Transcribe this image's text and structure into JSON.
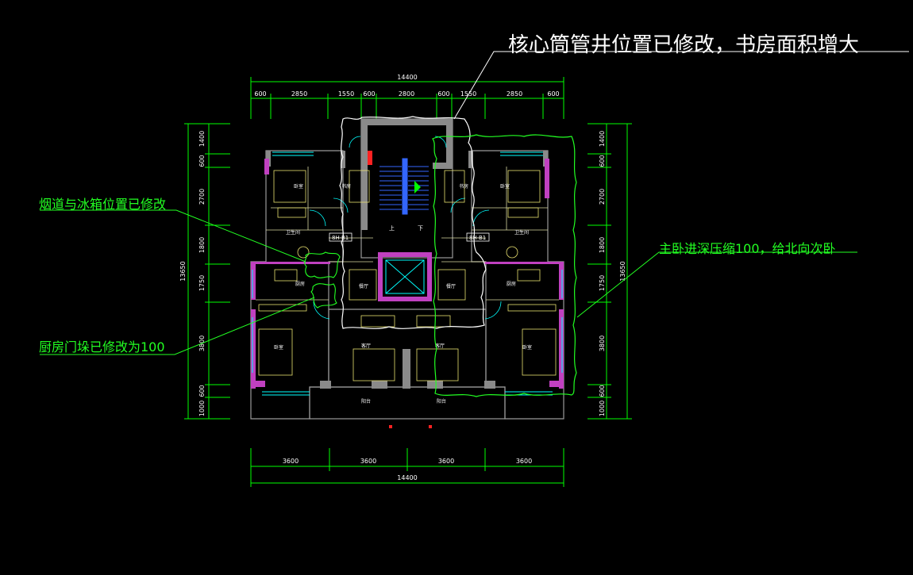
{
  "annotations": {
    "core_note": "核心筒管井位置已修改，书房面积增大",
    "flue_note": "烟道与冰箱位置已修改",
    "master_note": "主卧进深压缩100，给北向次卧",
    "kitchen_note": "厨房门垛已修改为100"
  },
  "dimensions": {
    "top_total": "14400",
    "top_segments": [
      "600",
      "2850",
      "1550",
      "600",
      "2800",
      "600",
      "1550",
      "2850",
      "600"
    ],
    "bottom_segments": [
      "3600",
      "3600",
      "3600",
      "3600"
    ],
    "bottom_total": "14400",
    "left_segments": [
      "1400",
      "600",
      "2700",
      "1800",
      "1750",
      "3800",
      "600",
      "1000"
    ],
    "left_total": "13650",
    "right_segments": [
      "1400",
      "600",
      "2700",
      "1800",
      "1750",
      "3800",
      "600",
      "1000"
    ],
    "right_total": "13650"
  },
  "rooms": {
    "bedroom": "卧室",
    "study": "书房",
    "kitchen": "厨房",
    "dining": "餐厅",
    "living": "客厅",
    "balcony": "阳台",
    "bathroom": "卫生间",
    "unit_a": "8H-B1",
    "unit_b": "8H-B1",
    "stair_up": "上",
    "stair_down": "下"
  },
  "colors": {
    "background": "#000000",
    "dimension": "#00ff00",
    "wall": "#808080",
    "revision_cloud": "#ffffff",
    "revision_green": "#22ff22",
    "magenta": "#c040c0",
    "furniture": "#ffff66",
    "window": "#00ffff",
    "stair": "#3366ff",
    "red_mark": "#ff2222"
  }
}
